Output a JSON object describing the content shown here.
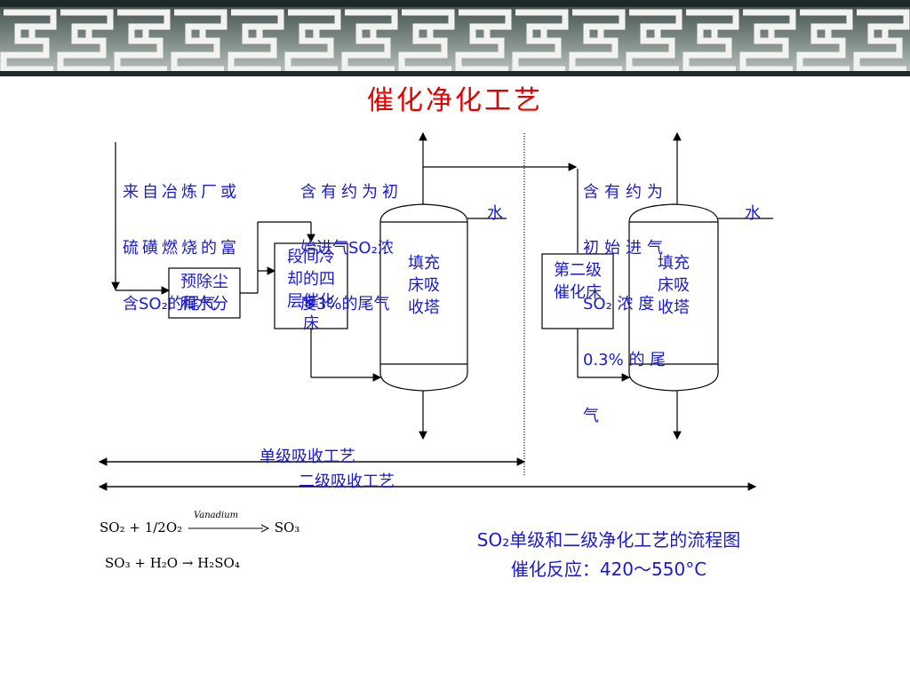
{
  "title": "催化净化工艺",
  "source_note_1": [
    "来自冶炼厂或",
    "硫磺燃烧的富",
    "含SO₂的尾气"
  ],
  "source_note_2": [
    "含有约为初",
    "始进气SO₂浓",
    "度3%的尾气"
  ],
  "source_note_3": [
    "含有约为",
    "初始进气",
    "SO₂ 浓 度",
    "0.3% 的 尾",
    "气"
  ],
  "boxes": {
    "dust_removal": [
      "预除尘",
      "和水分"
    ],
    "four_layer_bed": [
      "段间冷",
      "却的四",
      "层催化",
      "床"
    ],
    "tower_1": [
      "填充",
      "床吸",
      "收塔"
    ],
    "second_bed": [
      "第二级",
      "催化床"
    ],
    "tower_2": [
      "填充",
      "床吸",
      "收塔"
    ]
  },
  "water_label_1": "水",
  "water_label_2": "水",
  "single_stage_label": "单级吸收工艺",
  "two_stage_label": "二级吸收工艺",
  "equation_1": {
    "lhs": "SO₂ + 1/2O₂",
    "catalyst": "Vanadium",
    "rhs": "SO₃"
  },
  "equation_2": "SO₃ + H₂O → H₂SO₄",
  "caption_line_1": "SO₂单级和二级净化工艺的流程图",
  "caption_line_2": "催化反应：420～550°C",
  "colors": {
    "title": "#e00000",
    "text": "#1a1acc",
    "line": "#000000",
    "banner_dark": "#1e2a2a"
  }
}
